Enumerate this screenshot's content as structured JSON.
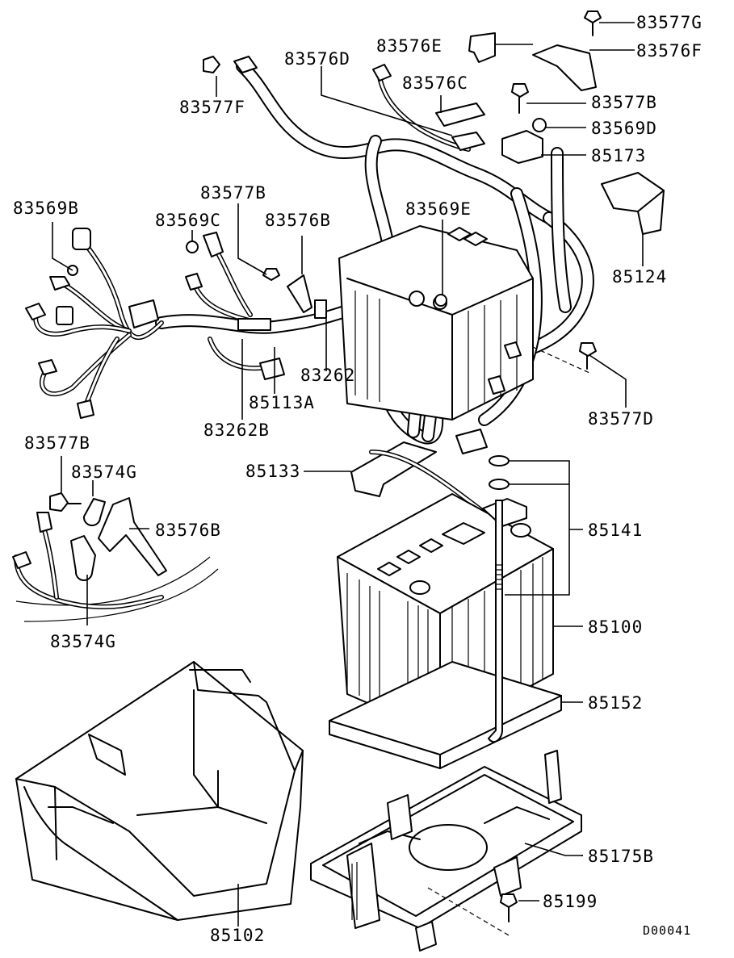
{
  "labels": {
    "l83577G": "83577G",
    "l83576E": "83576E",
    "l83576F": "83576F",
    "l83576D": "83576D",
    "l83577F": "83577F",
    "l83576C": "83576C",
    "l83577B_top": "83577B",
    "l83569D": "83569D",
    "l85173": "85173",
    "l83577B_mid": "83577B",
    "l83569B": "83569B",
    "l83569C": "83569C",
    "l83576B_top": "83576B",
    "l83569E": "83569E",
    "l85124": "85124",
    "l83262": "83262",
    "l85113A": "85113A",
    "l83262B": "83262B",
    "l83577D": "83577D",
    "l83577B_low": "83577B",
    "l83574G_top": "83574G",
    "l85133": "85133",
    "l83576B_low": "83576B",
    "l85141": "85141",
    "l83574G_low": "83574G",
    "l85100": "85100",
    "l85152": "85152",
    "l85175B": "85175B",
    "l85199": "85199",
    "l85102": "85102"
  },
  "diagram_code": "D00041",
  "icons": {
    "battery": "battery-icon",
    "cable": "battery-cable-icon",
    "tray": "battery-tray-icon",
    "box": "battery-box-icon"
  }
}
